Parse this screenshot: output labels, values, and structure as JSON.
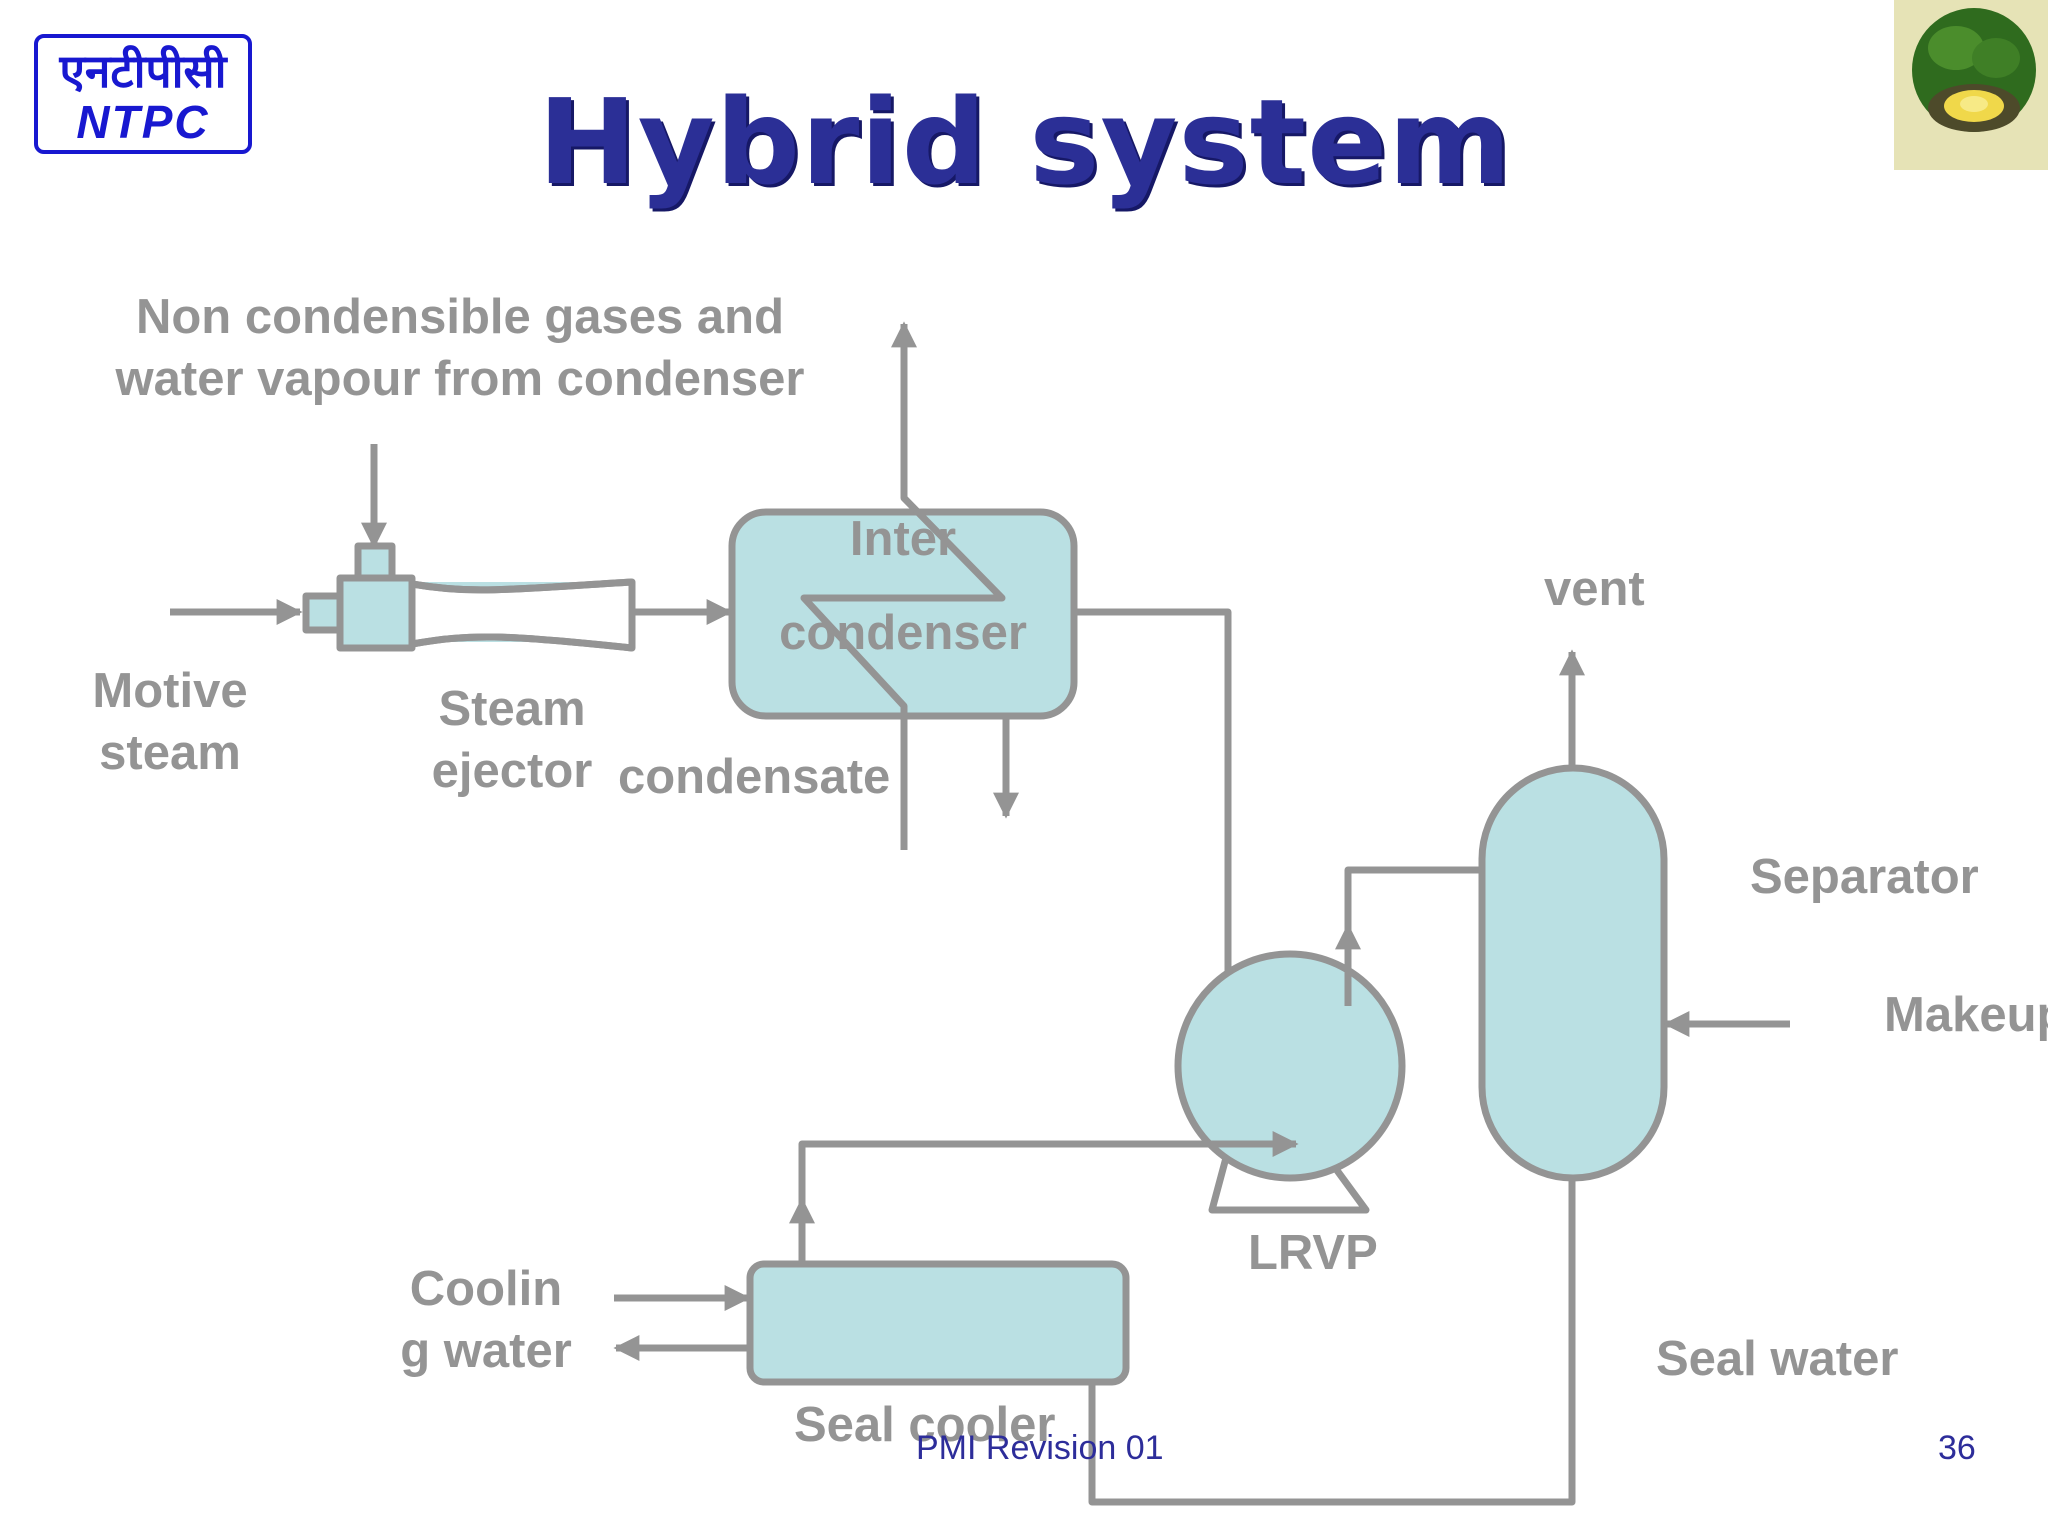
{
  "slide": {
    "title": "Hybrid system",
    "logo": {
      "hindi": "एनटीपीसी",
      "english": "NTPC"
    },
    "emblem_icon": "lotus-emblem-icon"
  },
  "labels": {
    "gases_line1": "Non condensible gases and",
    "gases_line2": "water vapour from condenser",
    "motive_line1": "Motive",
    "motive_line2": "steam",
    "ejector_line1": "Steam",
    "ejector_line2": "ejector",
    "condensate": "condensate",
    "inter_line1": "Inter",
    "inter_line2": "condenser",
    "vent": "vent",
    "separator": "Separator",
    "makeup": "Makeup",
    "lrvp": "LRVP",
    "cooling_line1": "Coolin",
    "cooling_line2": "g water",
    "seal_cooler": "Seal cooler",
    "seal_water": "Seal water"
  },
  "footer": {
    "revision": "PMI Revision 01",
    "page_number": "36"
  },
  "colors": {
    "title": "#2b2f96",
    "equipment_fill": "#bae0e3",
    "line": "#949494",
    "footer": "#2d2d9a",
    "logo": "#1818d0"
  }
}
